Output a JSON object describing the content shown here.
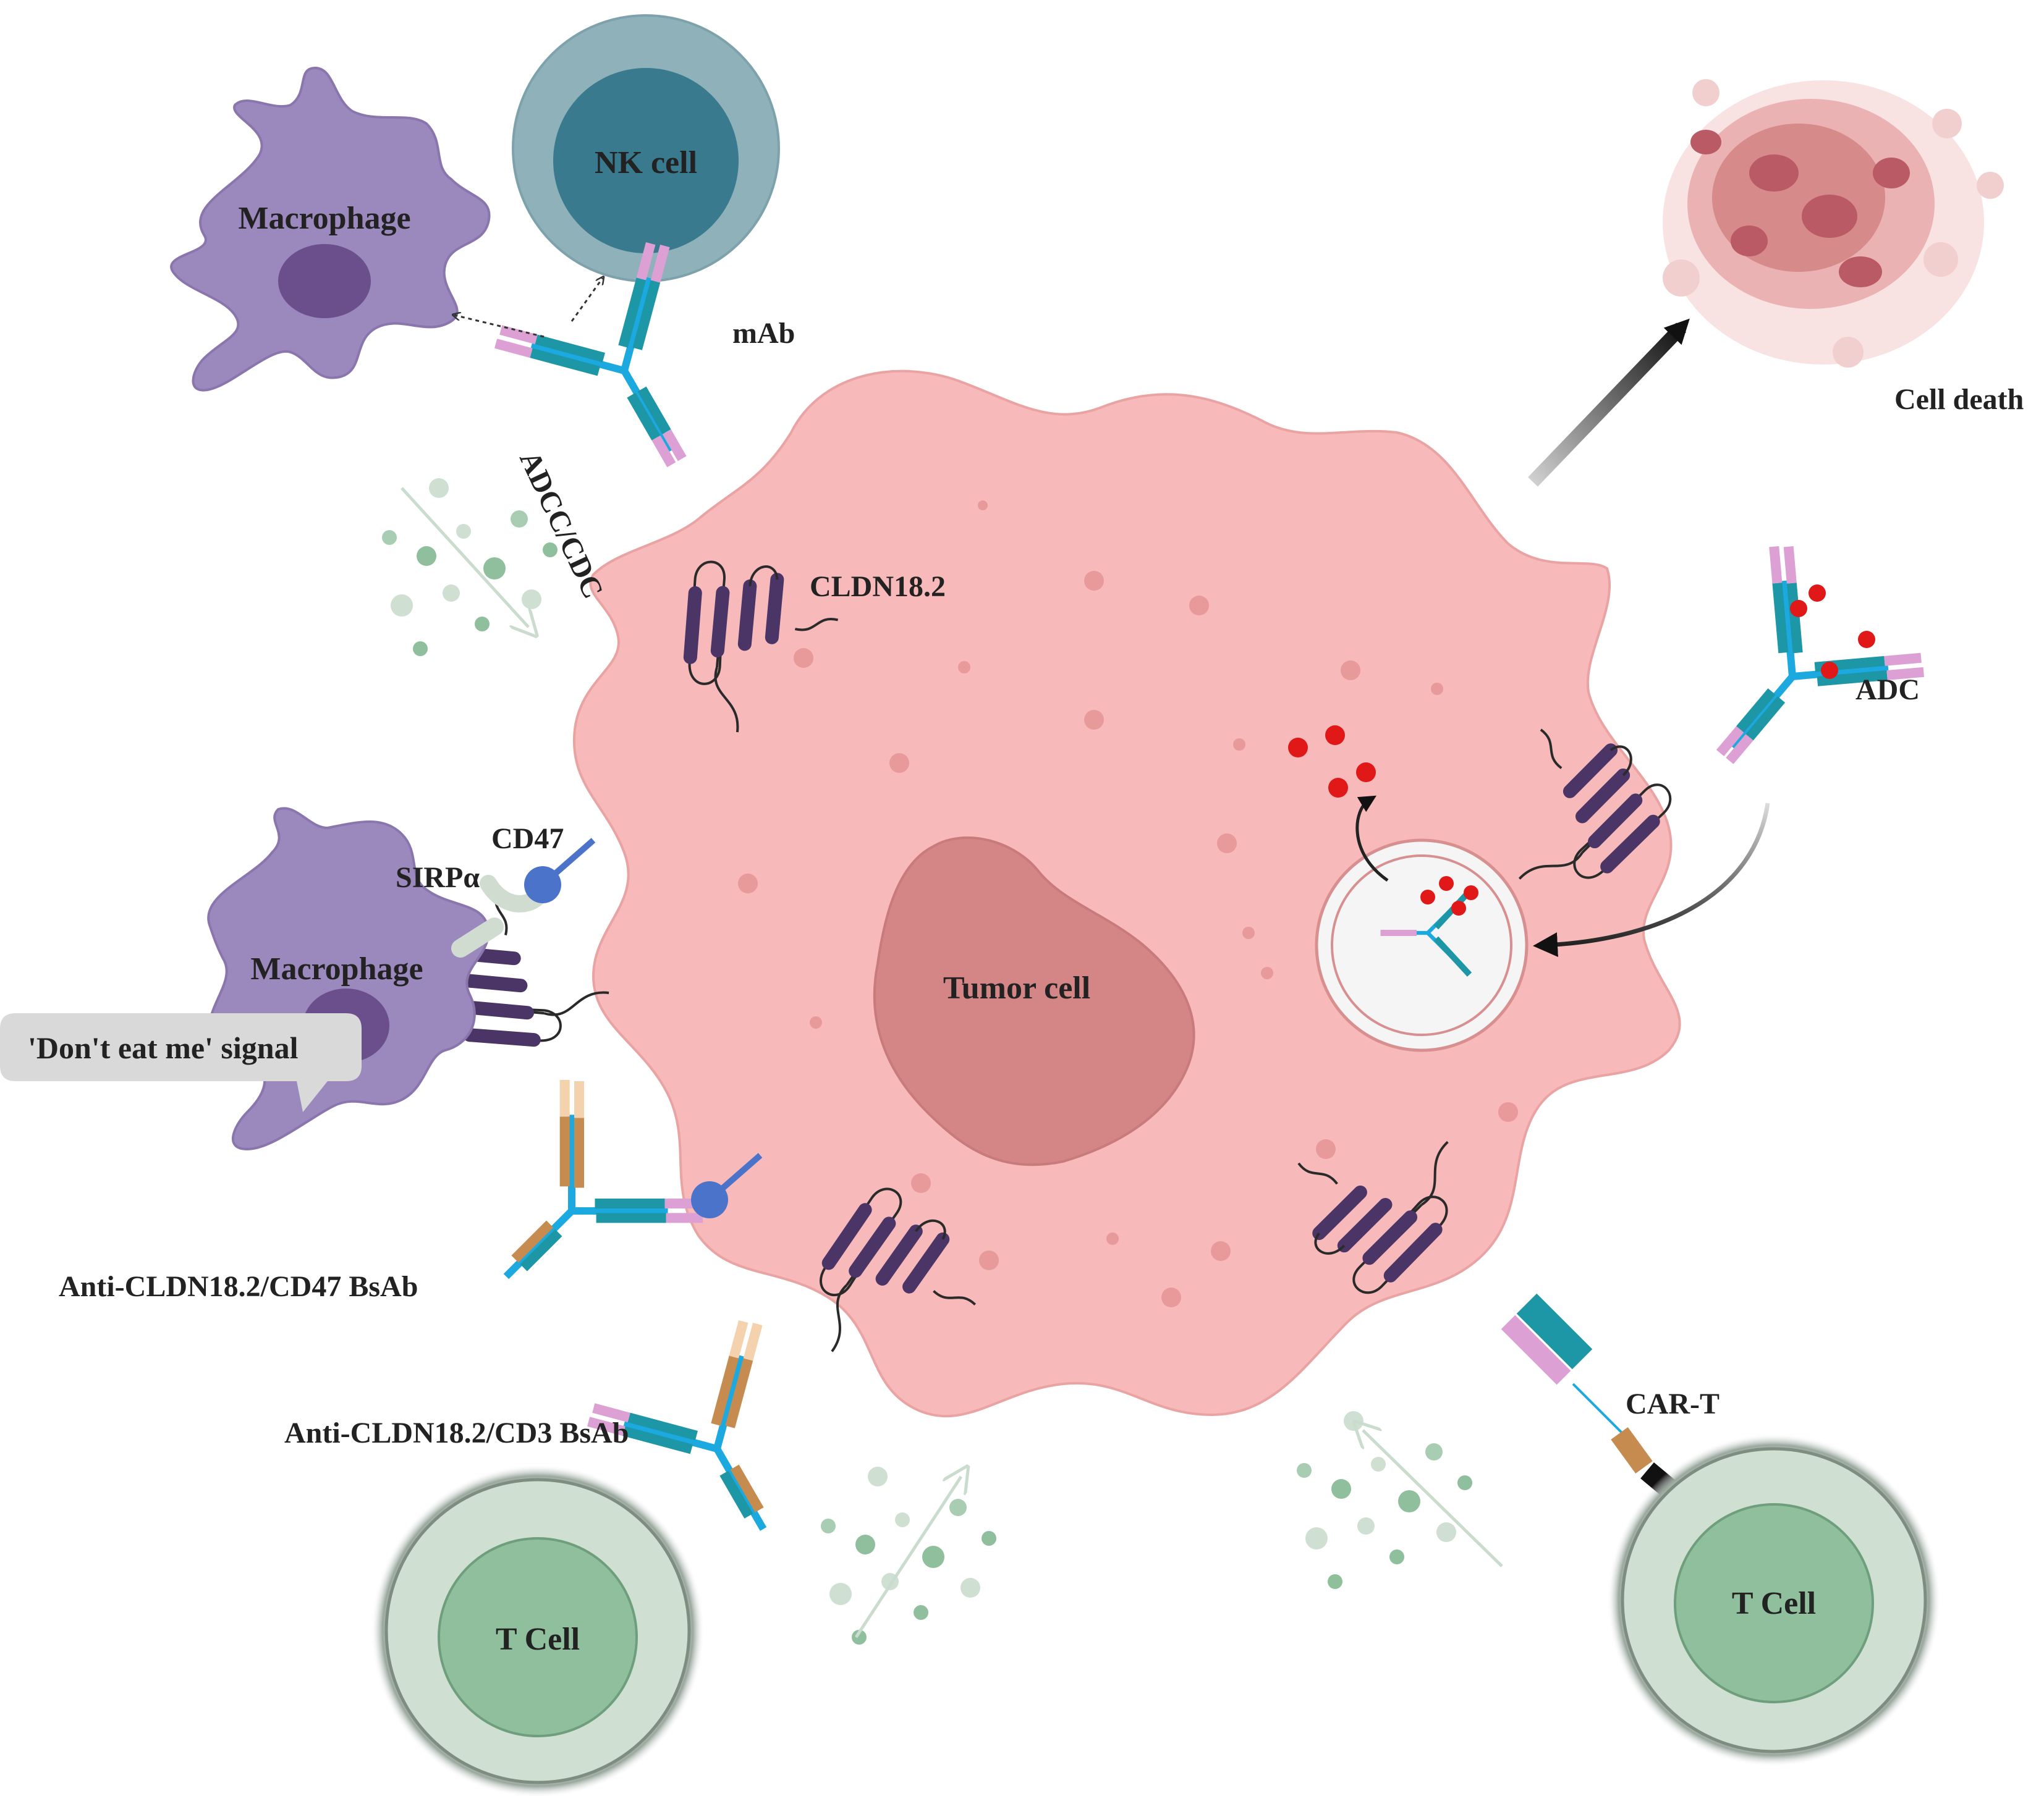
{
  "labels": {
    "nk_cell": "NK cell",
    "macrophage_top": "Macrophage",
    "macrophage_left": "Macrophage",
    "mab": "mAb",
    "adcc_cdc": "ADCC/CDC",
    "cldn182": "CLDN18.2",
    "cell_death": "Cell death",
    "adc": "ADC",
    "cd47": "CD47",
    "sirpa": "SIRPα",
    "dont_eat_me": "'Don't eat me' signal",
    "tumor_cell": "Tumor cell",
    "bsab_cd47": "Anti-CLDN18.2/CD47 BsAb",
    "bsab_cd3": "Anti-CLDN18.2/CD3 BsAb",
    "car_t": "CAR-T",
    "t_cell_left": "T Cell",
    "t_cell_right": "T Cell"
  },
  "colors": {
    "tumor": "#f7b9b9",
    "tumor_outline": "#e79a9a",
    "nucleus": "#d48686",
    "macrophage": "#9b88bd",
    "macrophage_nucleus": "#6b4f8d",
    "nk_outer": "#8fb1b9",
    "nk_inner": "#3a7a8f",
    "t_outer": "#cfe0d2",
    "t_inner": "#8fbf9d",
    "claudin": "#4a3566",
    "antibody_teal": "#1d96a6",
    "antibody_blue": "#1ba9e0",
    "antibody_pink": "#dca0d4",
    "antibody_brown": "#c68b4f",
    "cd47_blue": "#4a73c9",
    "payload_red": "#e01818",
    "speech_bubble": "#d9d9d9"
  },
  "icons": [
    "macrophage-icon",
    "nk-cell-icon",
    "t-cell-icon",
    "antibody-icon",
    "claudin-icon",
    "cell-death-icon",
    "arrow-icon"
  ]
}
